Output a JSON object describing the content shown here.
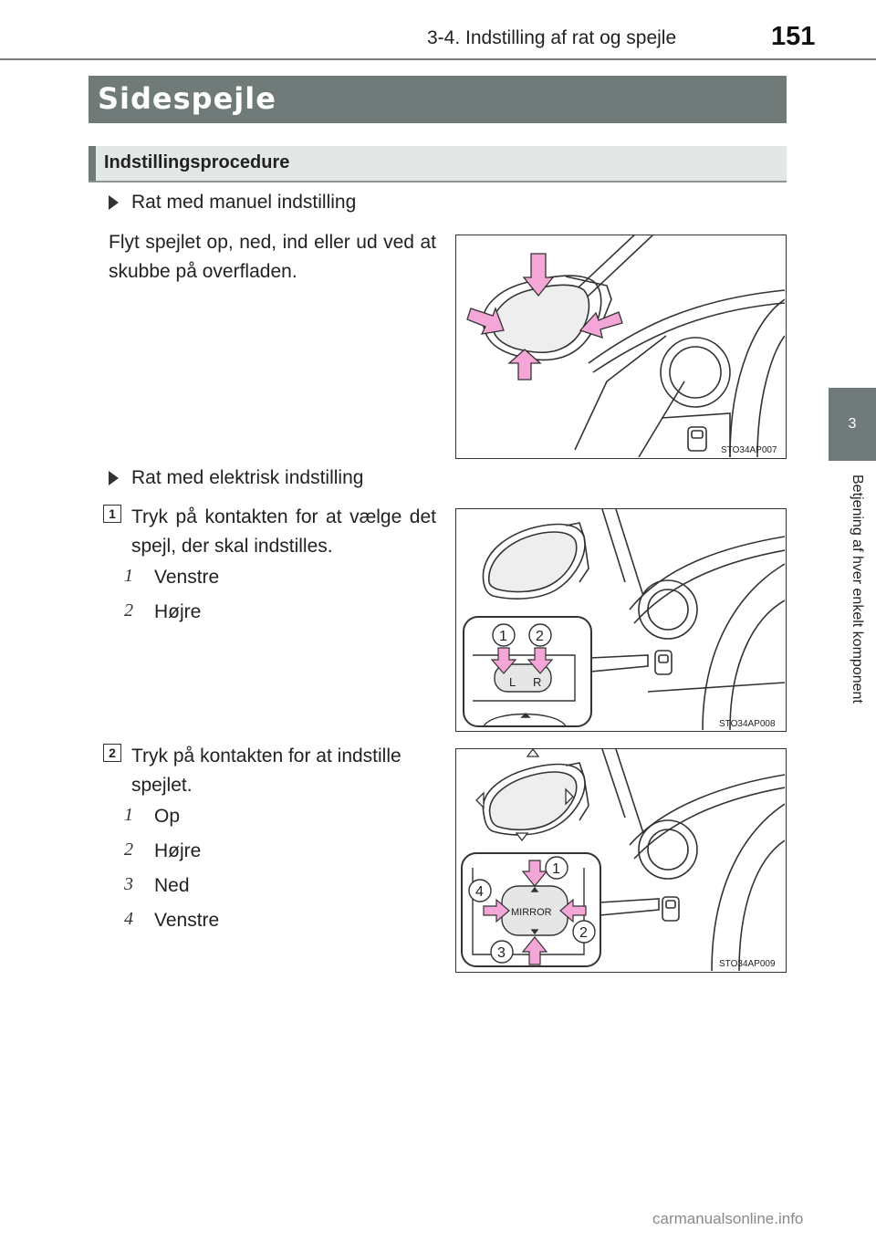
{
  "header": {
    "section": "3-4. Indstilling af rat og spejle",
    "page_number": "151"
  },
  "side_tab": {
    "chapter": "3",
    "label": "Betjening af hver enkelt komponent"
  },
  "title": "Sidespejle",
  "subtitle": "Indstillingsprocedure",
  "manual": {
    "bullet": "Rat med manuel indstilling",
    "text": "Flyt spejlet op, ned, ind eller ud ved at skubbe på overfladen.",
    "figure_code": "STO34AP007"
  },
  "electric": {
    "bullet": "Rat med elektrisk indstilling",
    "step1": {
      "number": "1",
      "text": "Tryk på kontakten for at vælge det spejl, der skal indstilles.",
      "items": [
        {
          "num": "1",
          "label": "Venstre"
        },
        {
          "num": "2",
          "label": "Højre"
        }
      ],
      "figure_code": "STO34AP008",
      "figure_labels": {
        "n1": "1",
        "n2": "2",
        "left": "L",
        "right": "R"
      }
    },
    "step2": {
      "number": "2",
      "text": "Tryk på kontakten for at indstille spejlet.",
      "items": [
        {
          "num": "1",
          "label": "Op"
        },
        {
          "num": "2",
          "label": "Højre"
        },
        {
          "num": "3",
          "label": "Ned"
        },
        {
          "num": "4",
          "label": "Venstre"
        }
      ],
      "figure_code": "STO34AP009",
      "figure_labels": {
        "n1": "1",
        "n2": "2",
        "n3": "3",
        "n4": "4",
        "mirror": "MIRROR"
      }
    }
  },
  "watermark": "carmanualsonline.info",
  "colors": {
    "title_bar": "#6f7a79",
    "subtitle_bar": "#e3e7e6",
    "arrow_pink": "#f4a6d7"
  }
}
